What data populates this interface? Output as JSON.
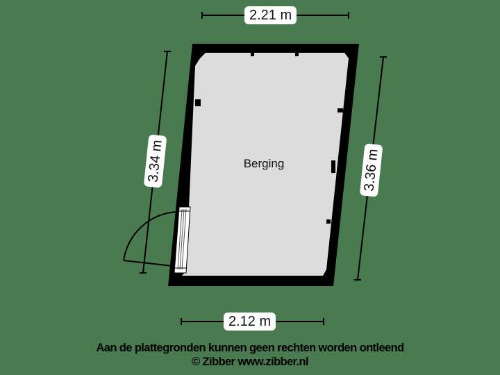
{
  "colors": {
    "background": "#4a7a4f",
    "wall": "#000000",
    "floor": "#dcdcdc",
    "label_bg": "#ffffff"
  },
  "room": {
    "name": "Berging"
  },
  "dimensions": {
    "top": "2.21 m",
    "bottom": "2.12 m",
    "left": "3.34 m",
    "right": "3.36 m"
  },
  "door": {
    "type": "swing-door",
    "side": "left"
  },
  "footer": {
    "disclaimer": "Aan de plattegronden kunnen geen rechten worden ontleend",
    "copyright": "© Zibber www.zibber.nl"
  }
}
